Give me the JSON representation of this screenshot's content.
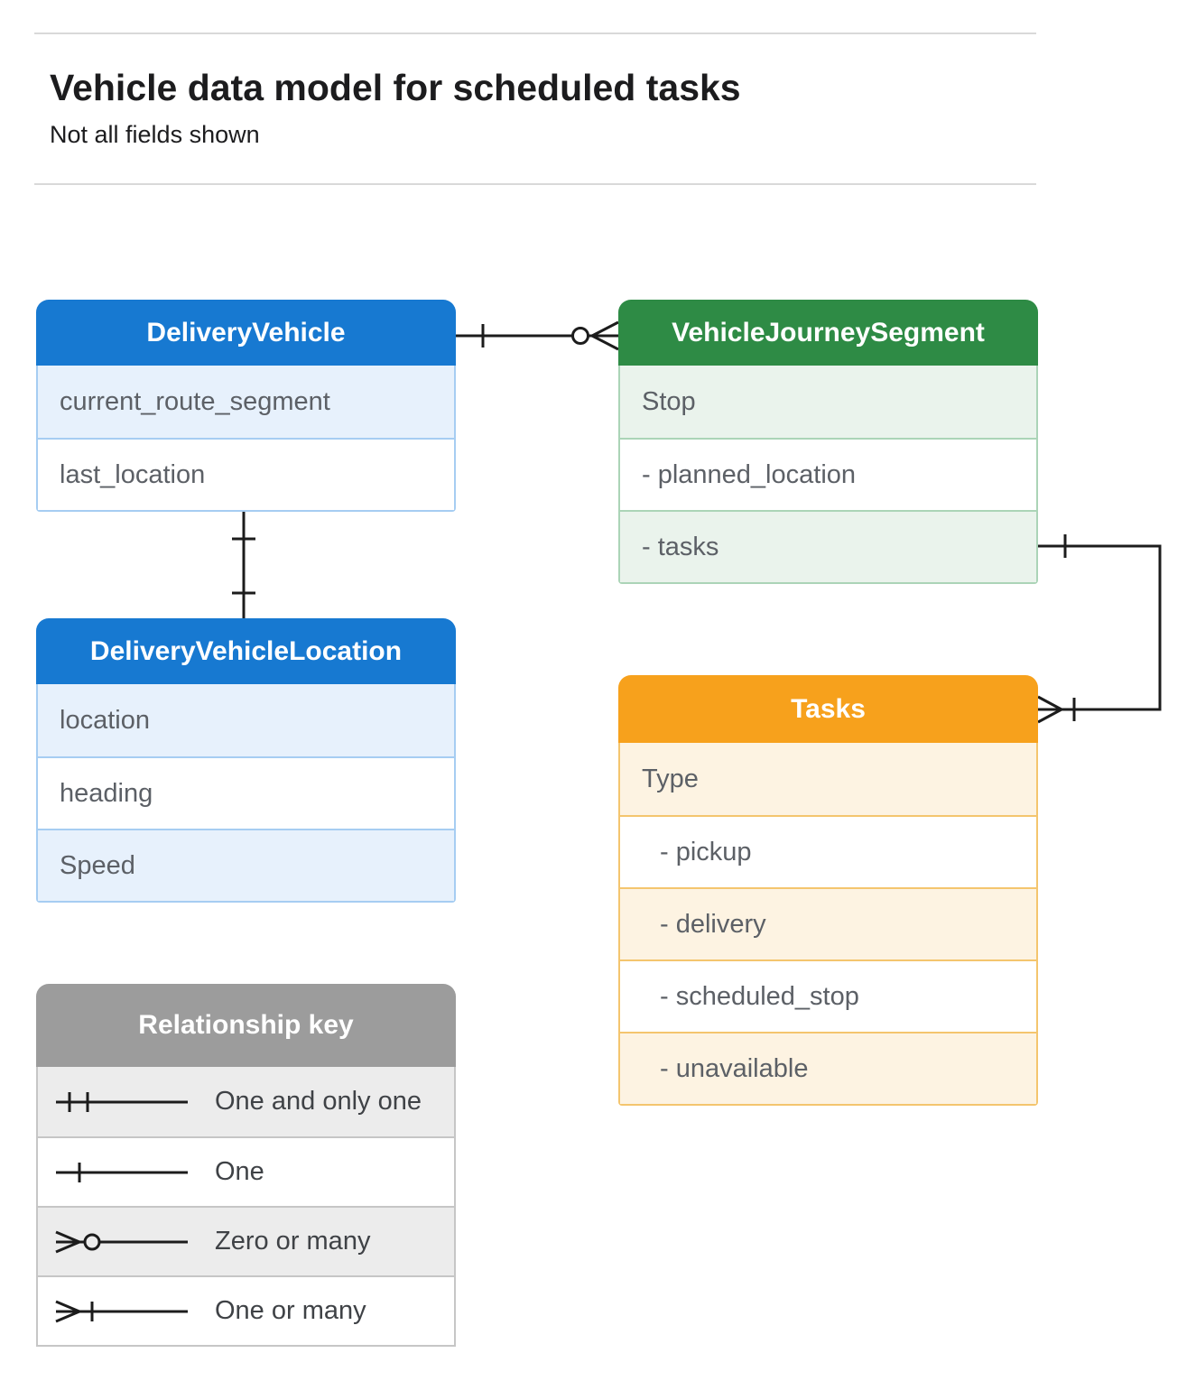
{
  "page": {
    "title": "Vehicle data model for scheduled tasks",
    "subtitle": "Not all fields shown"
  },
  "entities": [
    {
      "name": "DeliveryVehicle",
      "header_color": "#1779d1",
      "rows": [
        "current_route_segment",
        "last_location"
      ]
    },
    {
      "name": "VehicleJourneySegment",
      "header_color": "#2e8b45",
      "rows": [
        "Stop",
        "- planned_location",
        "- tasks"
      ]
    },
    {
      "name": "DeliveryVehicleLocation",
      "header_color": "#1779d1",
      "rows": [
        "location",
        "heading",
        "Speed"
      ]
    },
    {
      "name": "Tasks",
      "header_color": "#f7a11c",
      "rows": [
        "Type",
        "- pickup",
        "- delivery",
        "- scheduled_stop",
        "- unavailable"
      ]
    }
  ],
  "relationships": [
    {
      "from": "DeliveryVehicle",
      "to": "VehicleJourneySegment",
      "from_cardinality": "one",
      "to_cardinality": "zero or many"
    },
    {
      "from": "DeliveryVehicle",
      "to": "DeliveryVehicleLocation",
      "from_cardinality": "one",
      "to_cardinality": "one"
    },
    {
      "from": "VehicleJourneySegment.tasks",
      "to": "Tasks",
      "from_cardinality": "one",
      "to_cardinality": "one or many"
    }
  ],
  "legend": {
    "title": "Relationship key",
    "header_color": "#9c9c9c",
    "items": [
      {
        "icon": "one-and-only-one-icon",
        "label": "One and only one"
      },
      {
        "icon": "one-icon",
        "label": "One"
      },
      {
        "icon": "zero-or-many-icon",
        "label": "Zero or many"
      },
      {
        "icon": "one-or-many-icon",
        "label": "One or many"
      }
    ]
  }
}
